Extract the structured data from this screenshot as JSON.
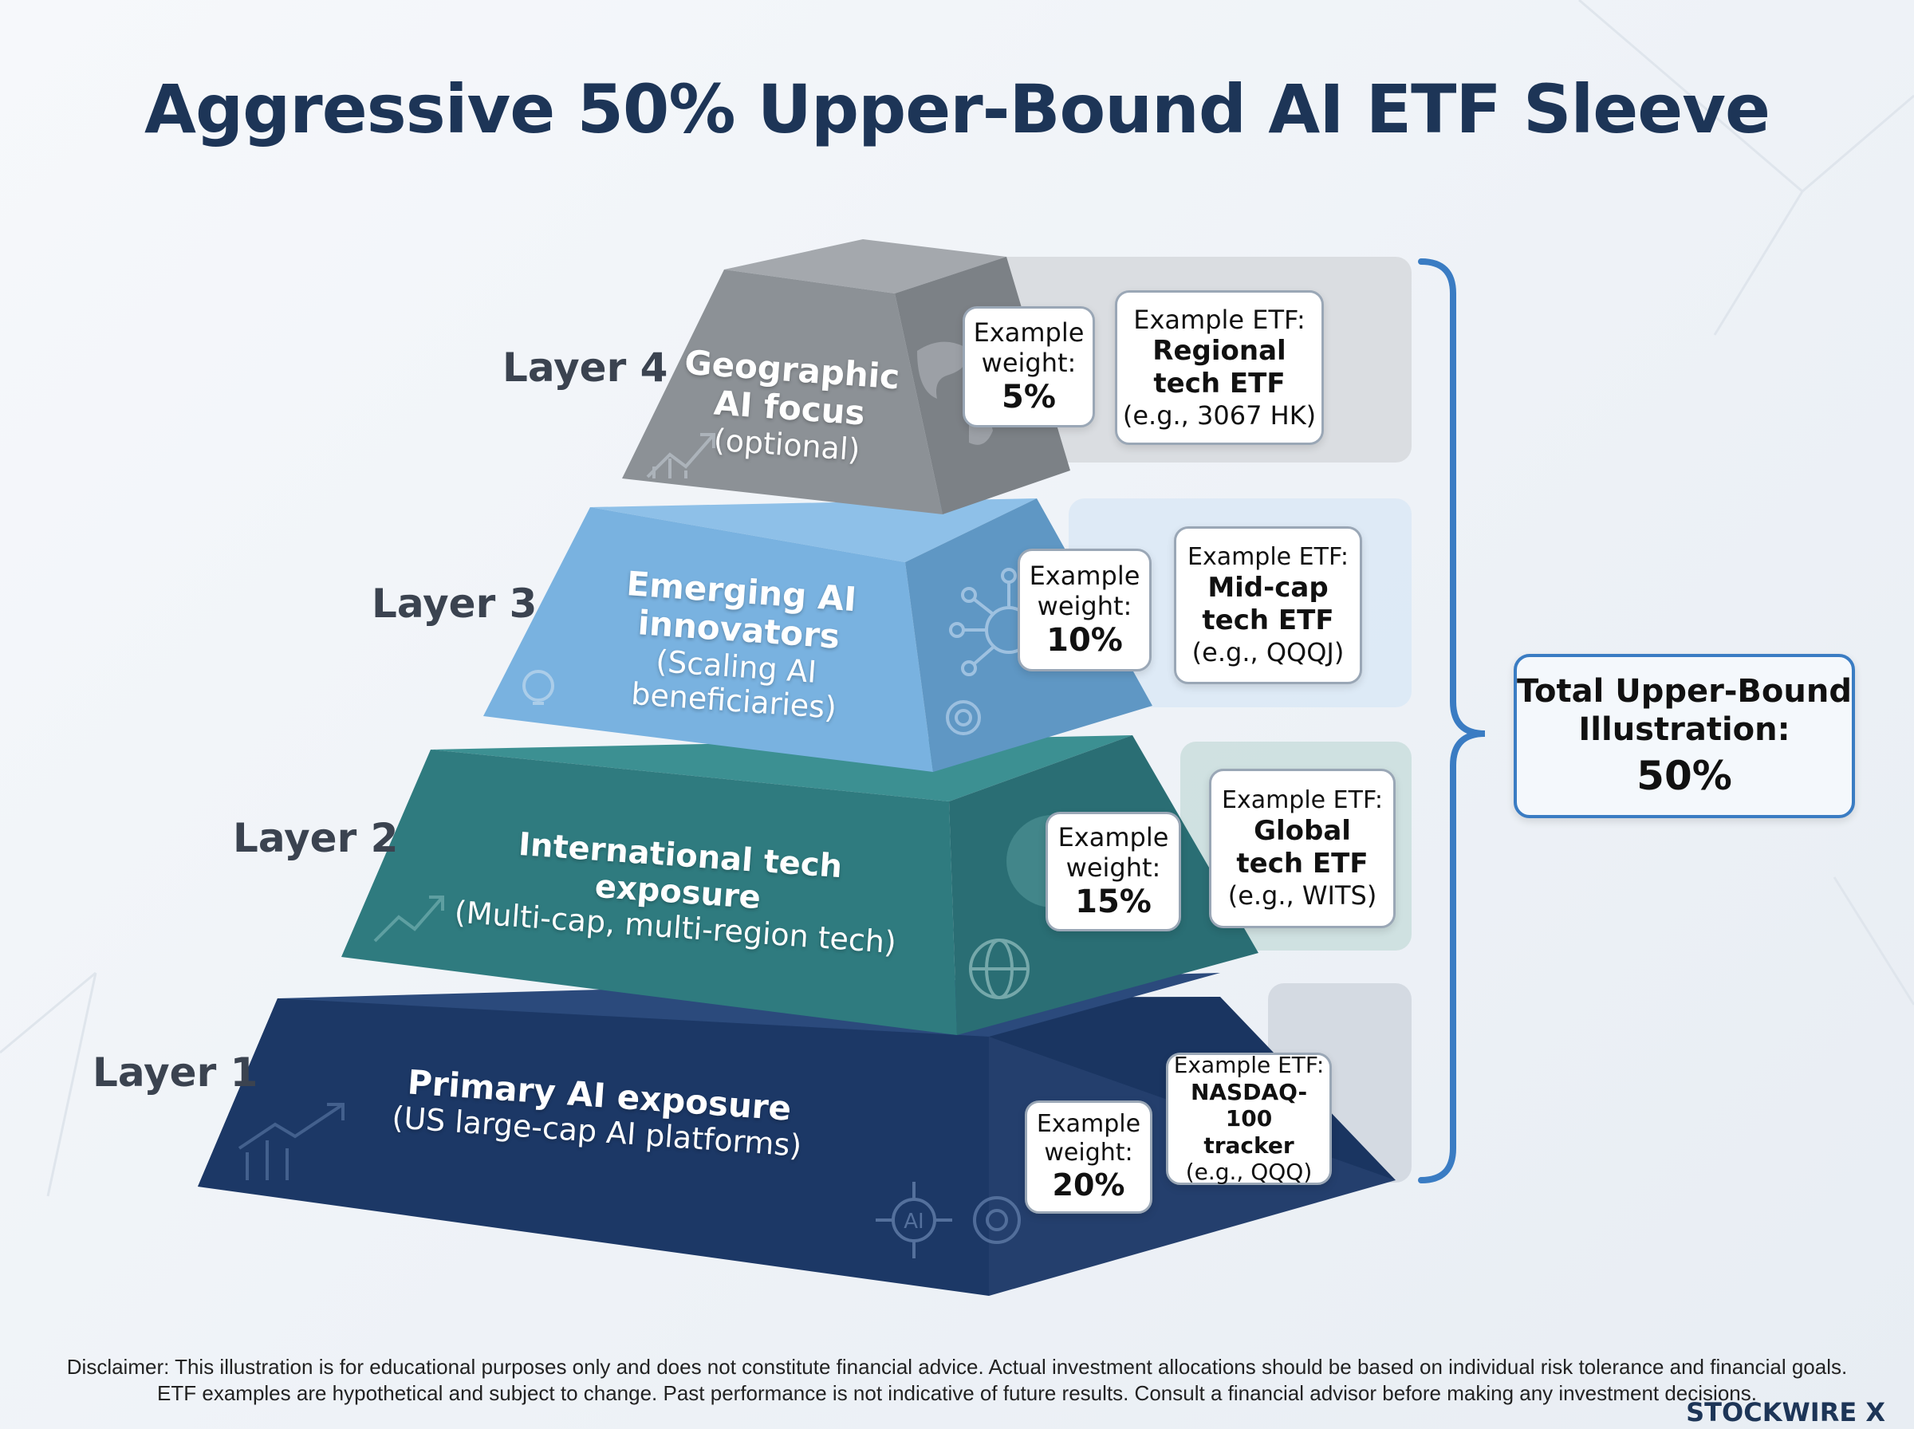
{
  "title": "Aggressive 50% Upper-Bound AI ETF Sleeve",
  "layers": [
    {
      "label": "Layer 4",
      "name": "Geographic AI focus",
      "name_line1": "Geographic",
      "name_line2": "AI focus",
      "sub": "(optional)",
      "weight_label": "Example weight:",
      "weight_line1": "Example",
      "weight_line2": "weight:",
      "weight": "5%",
      "etf_label": "Example ETF:",
      "etf_line1": "Regional",
      "etf_line2": "tech ETF",
      "etf_example": "(e.g., 3067 HK)",
      "color": "#8a9097"
    },
    {
      "label": "Layer 3",
      "name_line1": "Emerging AI",
      "name_line2": "innovators",
      "sub": "(Scaling AI beneficiaries)",
      "weight_line1": "Example",
      "weight_line2": "weight:",
      "weight": "10%",
      "etf_label": "Example ETF:",
      "etf_line1": "Mid-cap",
      "etf_line2": "tech ETF",
      "etf_example": "(e.g., QQQJ)",
      "color": "#6ea8da"
    },
    {
      "label": "Layer 2",
      "name_line1": "International tech exposure",
      "sub": "(Multi-cap, multi-region tech)",
      "weight_line1": "Example",
      "weight_line2": "weight:",
      "weight": "15%",
      "etf_label": "Example ETF:",
      "etf_line1": "Global",
      "etf_line2": "tech ETF",
      "etf_example": "(e.g., WITS)",
      "color": "#2e7d80"
    },
    {
      "label": "Layer 1",
      "name_line1": "Primary AI exposure",
      "sub": "(US large-cap AI platforms)",
      "weight_line1": "Example",
      "weight_line2": "weight:",
      "weight": "20%",
      "etf_label": "Example ETF:",
      "etf_line1": "NASDAQ-100",
      "etf_line2": "tracker",
      "etf_example": "(e.g., QQQ)",
      "color": "#1f3a6b"
    }
  ],
  "total": {
    "line1": "Total Upper-Bound",
    "line2": "Illustration:",
    "value": "50%"
  },
  "disclaimer": {
    "line1": "Disclaimer: This illustration is for educational purposes only and does not constitute financial advice. Actual investment allocations should be based on individual risk tolerance and financial goals.",
    "line2": "ETF examples are hypothetical and subject to change. Past performance is not indicative of future results. Consult a financial advisor before making any investment decisions."
  },
  "brand": "STOCKWIRE X",
  "colors": {
    "title": "#1d3557",
    "bracket": "#3a7cc3"
  }
}
